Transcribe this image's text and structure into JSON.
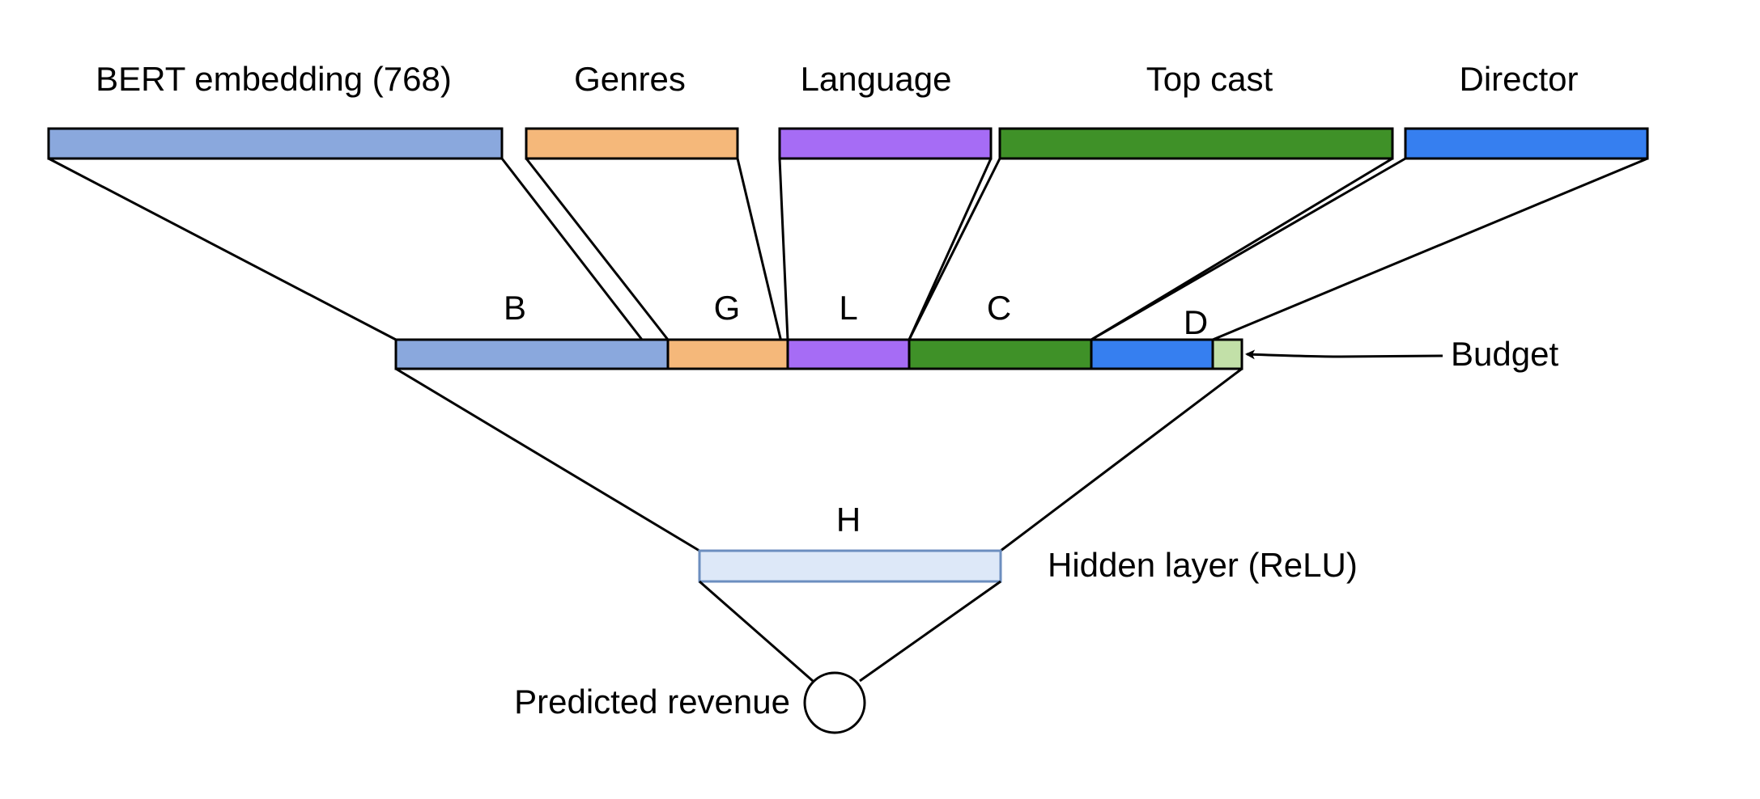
{
  "input_groups": [
    {
      "id": "bert",
      "label": "BERT embedding (768)",
      "color": "#8aa8dd"
    },
    {
      "id": "genres",
      "label": "Genres",
      "color": "#f5b87a"
    },
    {
      "id": "language",
      "label": "Language",
      "color": "#a66cf5"
    },
    {
      "id": "cast",
      "label": "Top cast",
      "color": "#3f9128"
    },
    {
      "id": "director",
      "label": "Director",
      "color": "#367ff0"
    }
  ],
  "combined_layer": {
    "segments": [
      {
        "id": "B",
        "label": "B",
        "color": "#8aa8dd"
      },
      {
        "id": "G",
        "label": "G",
        "color": "#f5b87a"
      },
      {
        "id": "L",
        "label": "L",
        "color": "#a66cf5"
      },
      {
        "id": "C",
        "label": "C",
        "color": "#3f9128"
      },
      {
        "id": "D",
        "label": "D",
        "color": "#367ff0"
      },
      {
        "id": "budget",
        "label": "",
        "color": "#c2e0a8"
      }
    ],
    "budget_label": "Budget"
  },
  "hidden_layer": {
    "label": "H",
    "description": "Hidden layer (ReLU)",
    "fill": "#dde8f8",
    "stroke": "#6c8ebf"
  },
  "output": {
    "label": "Predicted revenue"
  }
}
